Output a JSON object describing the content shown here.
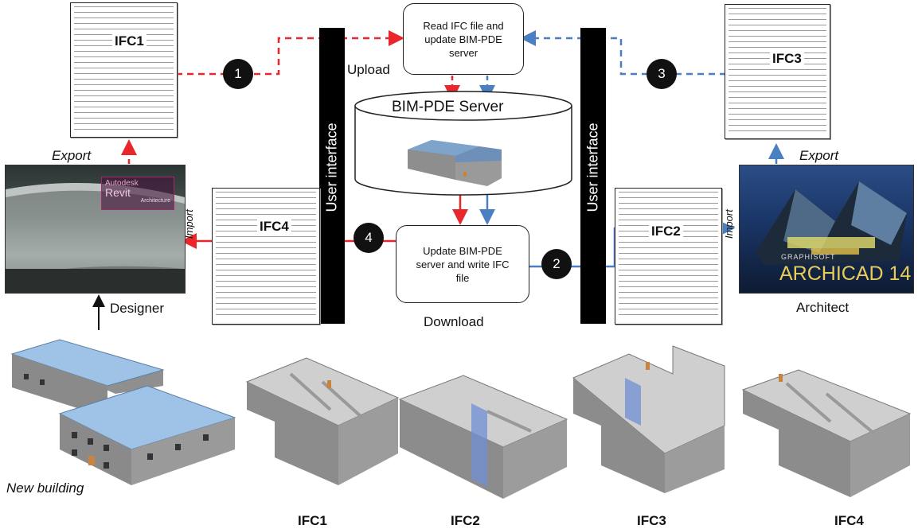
{
  "center": {
    "read_box": "Read IFC file and update BIM-PDE server",
    "update_box": "Update BIM-PDE server and write IFC file",
    "server_label": "BIM-PDE Server",
    "upload": "Upload",
    "download": "Download"
  },
  "ui_bar_label": "User interface",
  "docs": {
    "ifc1": "IFC1",
    "ifc2": "IFC2",
    "ifc3": "IFC3",
    "ifc4": "IFC4"
  },
  "steps": [
    "1",
    "2",
    "3",
    "4"
  ],
  "labels": {
    "export_left": "Export",
    "export_right": "Export",
    "import_left": "Import",
    "import_right": "Import",
    "designer": "Designer",
    "architect": "Architect",
    "new_building": "New building"
  },
  "software": {
    "revit_brand": "Autodesk",
    "revit_name": "Revit",
    "revit_sub": "Architecture",
    "archicad_brand": "GRAPHISOFT",
    "archicad_name": "ARCHICAD 14"
  },
  "bottom_captions": [
    "IFC1",
    "IFC2",
    "IFC3",
    "IFC4"
  ],
  "colors": {
    "red": "#e8262b",
    "blue": "#4a7fc1"
  }
}
